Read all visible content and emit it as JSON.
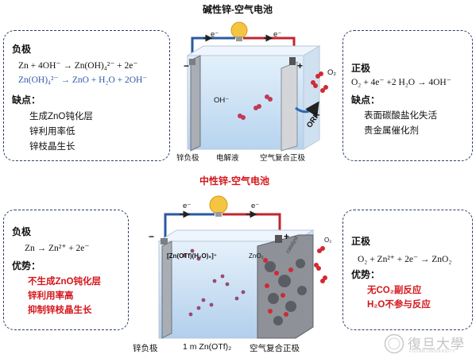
{
  "top": {
    "title": "碱性锌-空气电池",
    "left": {
      "heading": "负极",
      "eq1": "Zn + 4OH⁻ → Zn(OH)₄²⁻ + 2e⁻",
      "eq2": "Zn(OH)₄²⁻ → ZnO + H₂O + 2OH⁻",
      "drawbacks_heading": "缺点：",
      "drawbacks": [
        "生成ZnO钝化层",
        "锌利用率低",
        "锌枝晶生长"
      ]
    },
    "right": {
      "heading": "正极",
      "eq": "O₂ + 4e⁻ +2 H₂O → 4OH⁻",
      "drawbacks_heading": "缺点：",
      "drawbacks": [
        "表面碳酸盐化失活",
        "贵金属催化剂"
      ]
    },
    "diagram": {
      "electron1": "e⁻",
      "electron2": "e⁻",
      "minus": "−",
      "plus": "+",
      "ion": "OH⁻",
      "gas": "O₂",
      "reaction": "ORR",
      "labels": [
        "锌负极",
        "电解液",
        "空气复合正极"
      ]
    }
  },
  "bottom": {
    "title": "中性锌-空气电池",
    "left": {
      "heading": "负极",
      "eq": "Zn → Zn²⁺ + 2e⁻",
      "advantages_heading": "优势：",
      "advantages": [
        "不生成ZnO钝化层",
        "锌利用率高",
        "抑制锌枝晶生长"
      ]
    },
    "right": {
      "heading": "正极",
      "eq": "O₂ + Zn²⁺ + 2e⁻ → ZnO₂",
      "advantages_heading": "优势：",
      "advantages": [
        "无CO₂副反应",
        "H₂O不参与反应"
      ]
    },
    "diagram": {
      "electron1": "e⁻",
      "electron2": "e⁻",
      "minus": "−",
      "plus": "+",
      "complex": "[Zn(OTf)(H₂O)₅]⁺",
      "product": "ZnO₂",
      "gas": "O₂",
      "catalyst": "catalyst",
      "labels": [
        "锌负极",
        "1 m Zn(OTf)₂",
        "空气复合正极"
      ]
    }
  },
  "watermark": {
    "text": "復旦大學",
    "subtext": "FUDAN UNIVERSITY"
  },
  "colors": {
    "border": "#2c3e66",
    "highlight_red": "#d4161c",
    "equation_blue": "#2d5aa7",
    "wire_blue": "#2a5aa0",
    "wire_red": "#c0262d"
  }
}
